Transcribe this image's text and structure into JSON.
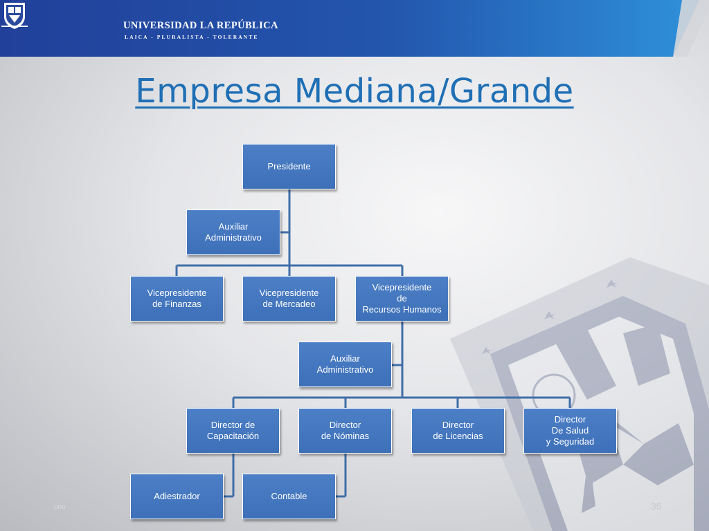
{
  "header": {
    "university_name": "UNIVERSIDAD LA REPÚBLICA",
    "motto": "LAICA - PLURALISTA - TOLERANTE",
    "colors": {
      "band_dark": "#22439a",
      "band_light": "#2f8fd8"
    }
  },
  "title": "Empresa Mediana/Grande",
  "org_chart": {
    "node_color": "#4377c0",
    "line_color": "#3f6ea8",
    "nodes": {
      "presidente": "Presidente",
      "auxiliar_1": "Auxiliar\nAdministrativo",
      "vp_finanzas": "Vicepresidente\nde Finanzas",
      "vp_mercadeo": "Vicepresidente\nde Mercadeo",
      "vp_rrhh": "Vicepresidente\nde\nRecursos Humanos",
      "auxiliar_2": "Auxiliar\nAdministrativo",
      "dir_capacitacion": "Director de\nCapacitación",
      "dir_nominas": "Director\nde Nóminas",
      "dir_licencias": "Director\nde Licencias",
      "dir_salud": "Director\nDe Salud\ny Seguridad",
      "adiestrador": "Adiestrador",
      "contable": "Contable"
    }
  },
  "footer": {
    "left": "uno",
    "page_number": "35"
  }
}
